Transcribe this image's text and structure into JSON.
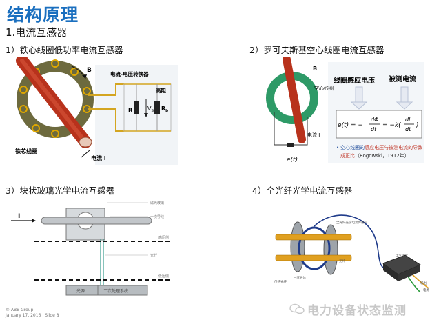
{
  "title": "结构原理",
  "subtitle": "1.电流互感器",
  "sections": [
    "1）铁心线圈低功率电流互感器",
    "2）罗可夫斯基空心线圈电流互感器",
    "3）块状玻璃光学电流互感器",
    "4）全光纤光学电流互感器"
  ],
  "d1": {
    "B": "B",
    "converter": "电流-电压转换器",
    "high_res": "高阻",
    "R": "R",
    "Vs": "V",
    "Vs_sub": "S",
    "Rb": "R",
    "Rb_sub": "b",
    "core_coil": "铁芯线圈",
    "current": "电流 I"
  },
  "d2": {
    "B": "B",
    "air_coil": "空心线圈",
    "current": "电流 I",
    "et": "e(t)",
    "induced_voltage": "线圈感应电压",
    "measured_current": "被测电流",
    "formula_lhs": "e(t) = −",
    "formula_dphi": "dΦ",
    "formula_dt": "dt",
    "formula_mid": "= −k(",
    "formula_di": "dI",
    "formula_dt2": "dt",
    "formula_end": ")",
    "note_bullet": "•",
    "note_line1_a": "空心线圈的",
    "note_line1_b": "感应电压与被测电流的导数",
    "note_line2_a": "成正比",
    "note_line2_b": "（Rogowski，1912年）"
  },
  "d3": {
    "I": "I",
    "label_glass": "磁光玻璃",
    "label_conductor": "一次导线",
    "label_hv": "高压侧",
    "label_fiber": "光纤",
    "label_lv": "低压侧",
    "box_light": "光源",
    "box_processor": "二次处理系统"
  },
  "d4": {
    "label_top": "全光纤光学电流传感头",
    "label_right": "电气单元",
    "label_left1": "传感光纤",
    "label_left2": "一次导体",
    "label_fiber": "光纤",
    "label_out1": "输出",
    "label_out2": "电源"
  },
  "footer": {
    "line1": "© ABB Group",
    "line2": "January 17, 2016 | Slide 8"
  },
  "watermark": "电力设备状态监测"
}
